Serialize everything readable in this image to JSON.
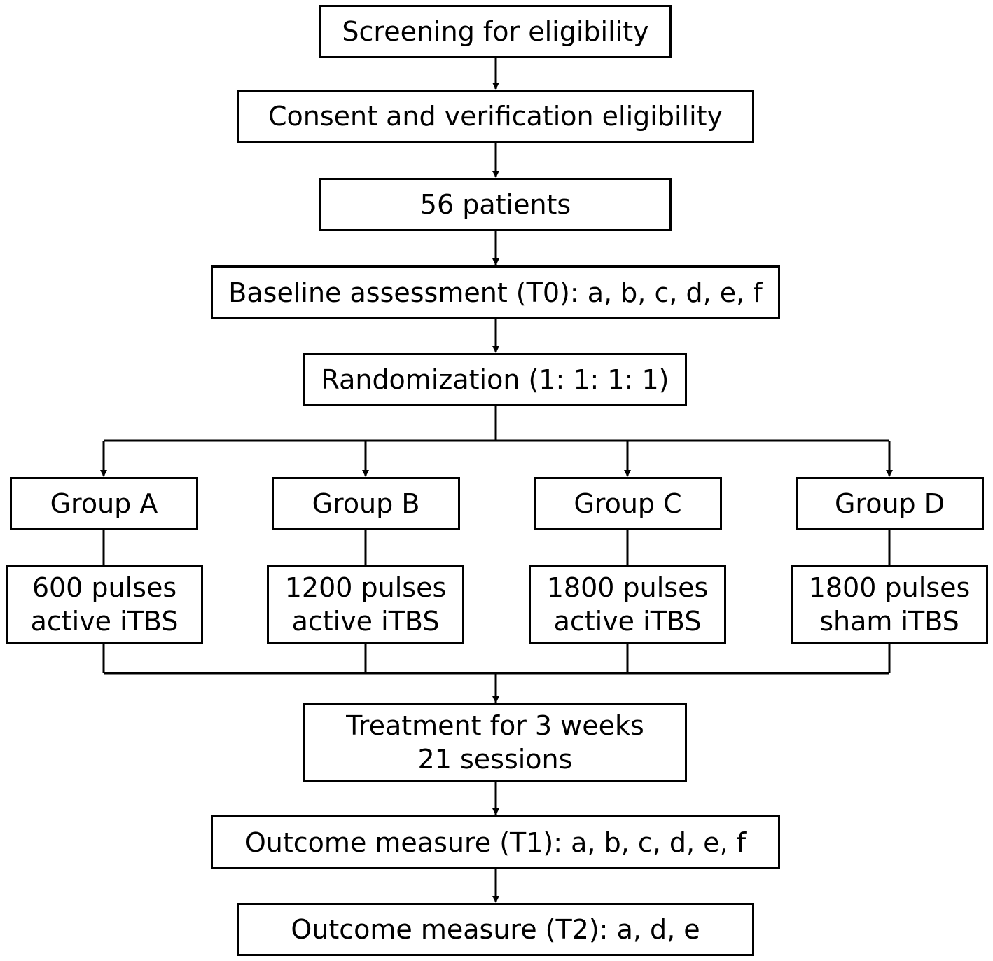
{
  "flow": {
    "screening": "Screening for eligibility",
    "consent": "Consent and verification eligibility",
    "patients": "56 patients",
    "baseline": "Baseline assessment (T0): a, b, c, d, e, f",
    "randomization": "Randomization (1: 1: 1: 1)",
    "groups": [
      {
        "name": "Group A",
        "line1": "600 pulses",
        "line2": "active iTBS"
      },
      {
        "name": "Group B",
        "line1": "1200 pulses",
        "line2": "active iTBS"
      },
      {
        "name": "Group C",
        "line1": "1800 pulses",
        "line2": "active iTBS"
      },
      {
        "name": "Group D",
        "line1": "1800 pulses",
        "line2": "sham iTBS"
      }
    ],
    "treatment": {
      "line1": "Treatment for 3 weeks",
      "line2": "21 sessions"
    },
    "outcome_t1": "Outcome measure (T1): a, b, c, d, e, f",
    "outcome_t2": "Outcome measure (T2): a, d, e"
  }
}
